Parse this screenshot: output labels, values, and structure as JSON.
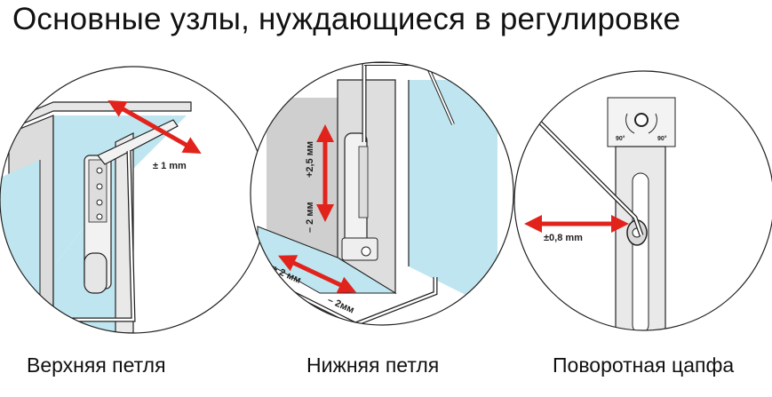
{
  "title": "Основные узлы, нуждающиеся в регулировке",
  "panels": [
    {
      "caption": "Верхняя петля",
      "adjust_labels": [
        "± 1 mm"
      ]
    },
    {
      "caption": "Нижняя петля",
      "adjust_labels": [
        "+2,5 мм",
        "– 2 мм",
        "+ 2 мм",
        "– 2мм"
      ]
    },
    {
      "caption": "Поворотная цапфа",
      "adjust_labels": [
        "±0,8 mm",
        "90°",
        "90°"
      ]
    }
  ],
  "colors": {
    "arrow": "#e1231c",
    "glass": "#bfe6f0",
    "frame": "#d9d9d9",
    "outline": "#222222"
  }
}
